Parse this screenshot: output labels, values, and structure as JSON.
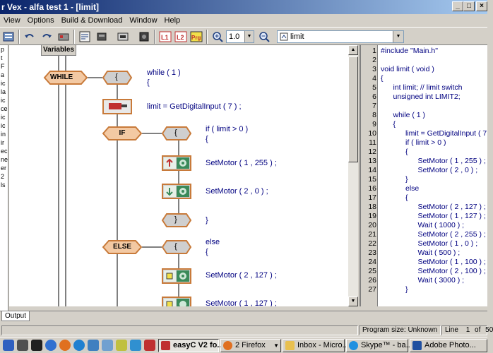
{
  "window": {
    "title": "r Vex - alfa test 1 - [limit]"
  },
  "menu": [
    "View",
    "Options",
    "Build & Download",
    "Window",
    "Help"
  ],
  "toolbar": {
    "zoom_value": "1.0",
    "function_select": "limit",
    "tool_icons": [
      "program-icon",
      "undo-icon",
      "redo-icon",
      "controller-config-icon",
      "download-icon",
      "build-icon",
      "left-motor-icon",
      "right-motor-icon",
      "program-config-icon",
      "zoom-in-icon",
      "zoom-out-icon"
    ]
  },
  "left_strip": [
    "p",
    "t",
    "",
    "F",
    "a",
    "ic",
    "la",
    "ic",
    "ce",
    "ic",
    "ic",
    "",
    "in",
    "ir",
    "ec",
    "ne",
    "er",
    "",
    "",
    "2",
    "ls",
    "",
    "",
    "",
    "",
    ""
  ],
  "flowchart": {
    "variables_tab": "Variables",
    "blocks": {
      "while": "WHILE",
      "if": "IF",
      "else": "ELSE"
    },
    "code": {
      "while_line": "while ( 1 )",
      "while_brace": "{",
      "limit_line": "limit = GetDigitalInput ( 7 ) ;",
      "if_line": "if ( limit > 0 )",
      "if_brace": "{",
      "motor1": "SetMotor ( 1 , 255 ) ;",
      "motor2": "SetMotor ( 2 , 0 ) ;",
      "close_brace": "}",
      "else_line": "else",
      "else_brace": "{",
      "motor3": "SetMotor ( 2 , 127 ) ;",
      "motor4": "SetMotor ( 1 , 127 ) ;"
    }
  },
  "code_lines": [
    {
      "n": "1",
      "t": "#include \"Main.h\""
    },
    {
      "n": "2",
      "t": ""
    },
    {
      "n": "3",
      "t": "void limit ( void )"
    },
    {
      "n": "4",
      "t": "{"
    },
    {
      "n": "5",
      "t": "      int limit; // limit switch"
    },
    {
      "n": "6",
      "t": "      unsigned int LIMIT2;"
    },
    {
      "n": "7",
      "t": ""
    },
    {
      "n": "8",
      "t": "      while ( 1 )"
    },
    {
      "n": "9",
      "t": "      {"
    },
    {
      "n": "10",
      "t": "            limit = GetDigitalInput ( 7"
    },
    {
      "n": "11",
      "t": "            if ( limit > 0 )"
    },
    {
      "n": "12",
      "t": "            {"
    },
    {
      "n": "13",
      "t": "                  SetMotor ( 1 , 255 ) ;"
    },
    {
      "n": "14",
      "t": "                  SetMotor ( 2 , 0 ) ;"
    },
    {
      "n": "15",
      "t": "            }"
    },
    {
      "n": "16",
      "t": "            else"
    },
    {
      "n": "17",
      "t": "            {"
    },
    {
      "n": "18",
      "t": "                  SetMotor ( 2 , 127 ) ;"
    },
    {
      "n": "19",
      "t": "                  SetMotor ( 1 , 127 ) ;"
    },
    {
      "n": "20",
      "t": "                  Wait ( 1000 ) ;"
    },
    {
      "n": "21",
      "t": "                  SetMotor ( 2 , 255 ) ;"
    },
    {
      "n": "22",
      "t": "                  SetMotor ( 1 , 0 ) ;"
    },
    {
      "n": "23",
      "t": "                  Wait ( 500 ) ;"
    },
    {
      "n": "24",
      "t": "                  SetMotor ( 1 , 100 ) ;"
    },
    {
      "n": "25",
      "t": "                  SetMotor ( 2 , 100 ) ;"
    },
    {
      "n": "26",
      "t": "                  Wait ( 3000 ) ;"
    },
    {
      "n": "27",
      "t": "            }"
    }
  ],
  "output_tab": "Output",
  "status": {
    "program_size": "Program size: Unknown",
    "line_label": "Line",
    "line_value": "1",
    "of_label": "of",
    "total": "50"
  },
  "taskbar": {
    "tasks": [
      "easyC V2 fo...",
      "2 Firefox",
      "Inbox - Micro...",
      "Skype™ - ba...",
      "Adobe Photo..."
    ]
  },
  "colors": {
    "code_blue": "#000080",
    "block_fill": "#f3c9a3",
    "block_border": "#c87a3a",
    "brace_fill": "#cfcfcf",
    "motor_green": "#3a8a5a"
  }
}
